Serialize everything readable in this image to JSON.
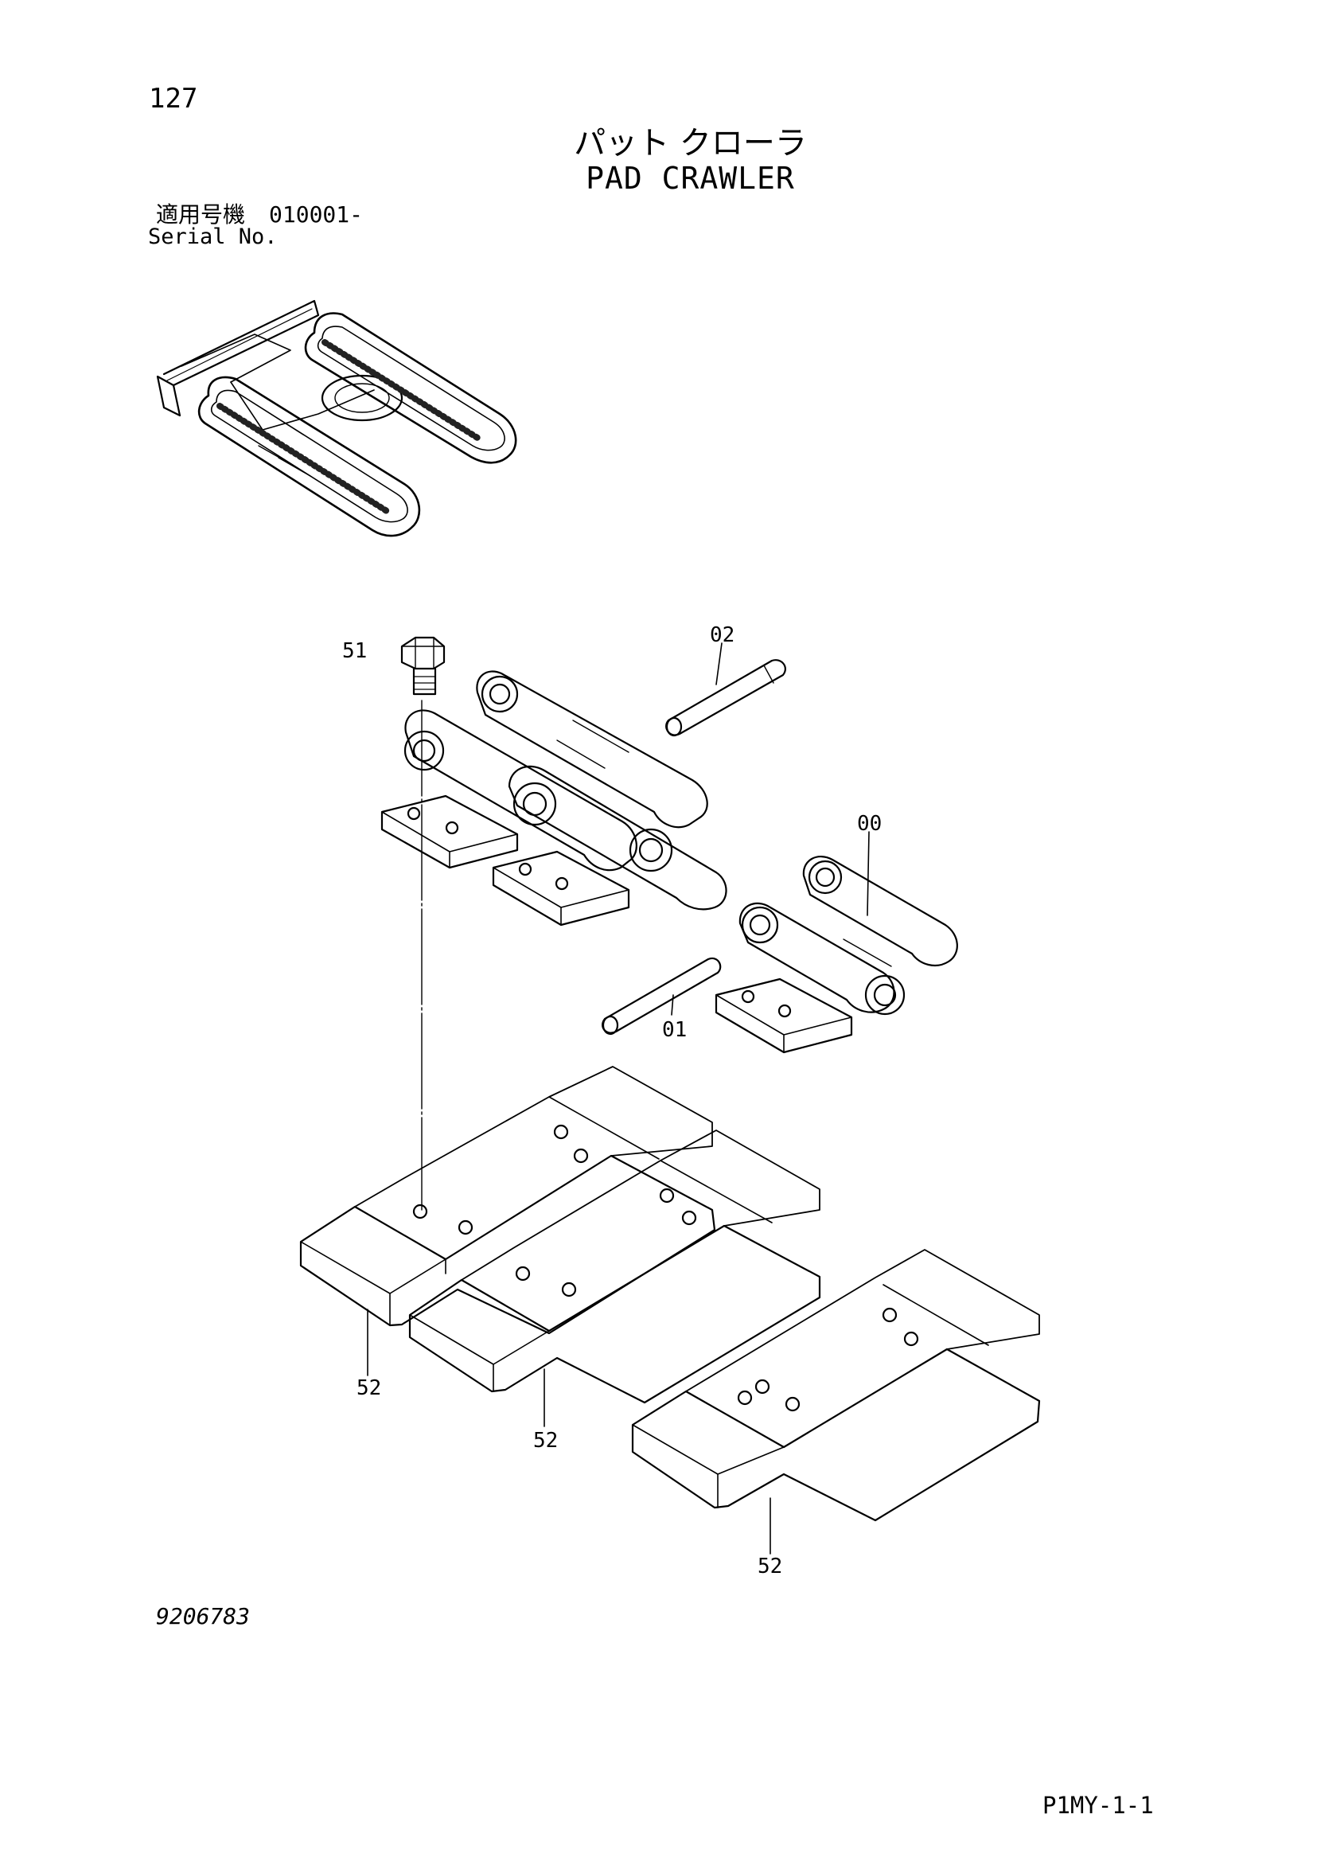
{
  "page_number": "127",
  "title_jp": "パット クローラ",
  "title_en": "PAD CRAWLER",
  "serial": {
    "label_jp": "適用号機",
    "value": "010001-",
    "label_en": "Serial No."
  },
  "callouts": {
    "c51": "51",
    "c02": "02",
    "c00": "00",
    "c01": "01",
    "c52a": "52",
    "c52b": "52",
    "c52c": "52"
  },
  "drawing_number": "9206783",
  "sheet_code": "P1MY-1-1"
}
